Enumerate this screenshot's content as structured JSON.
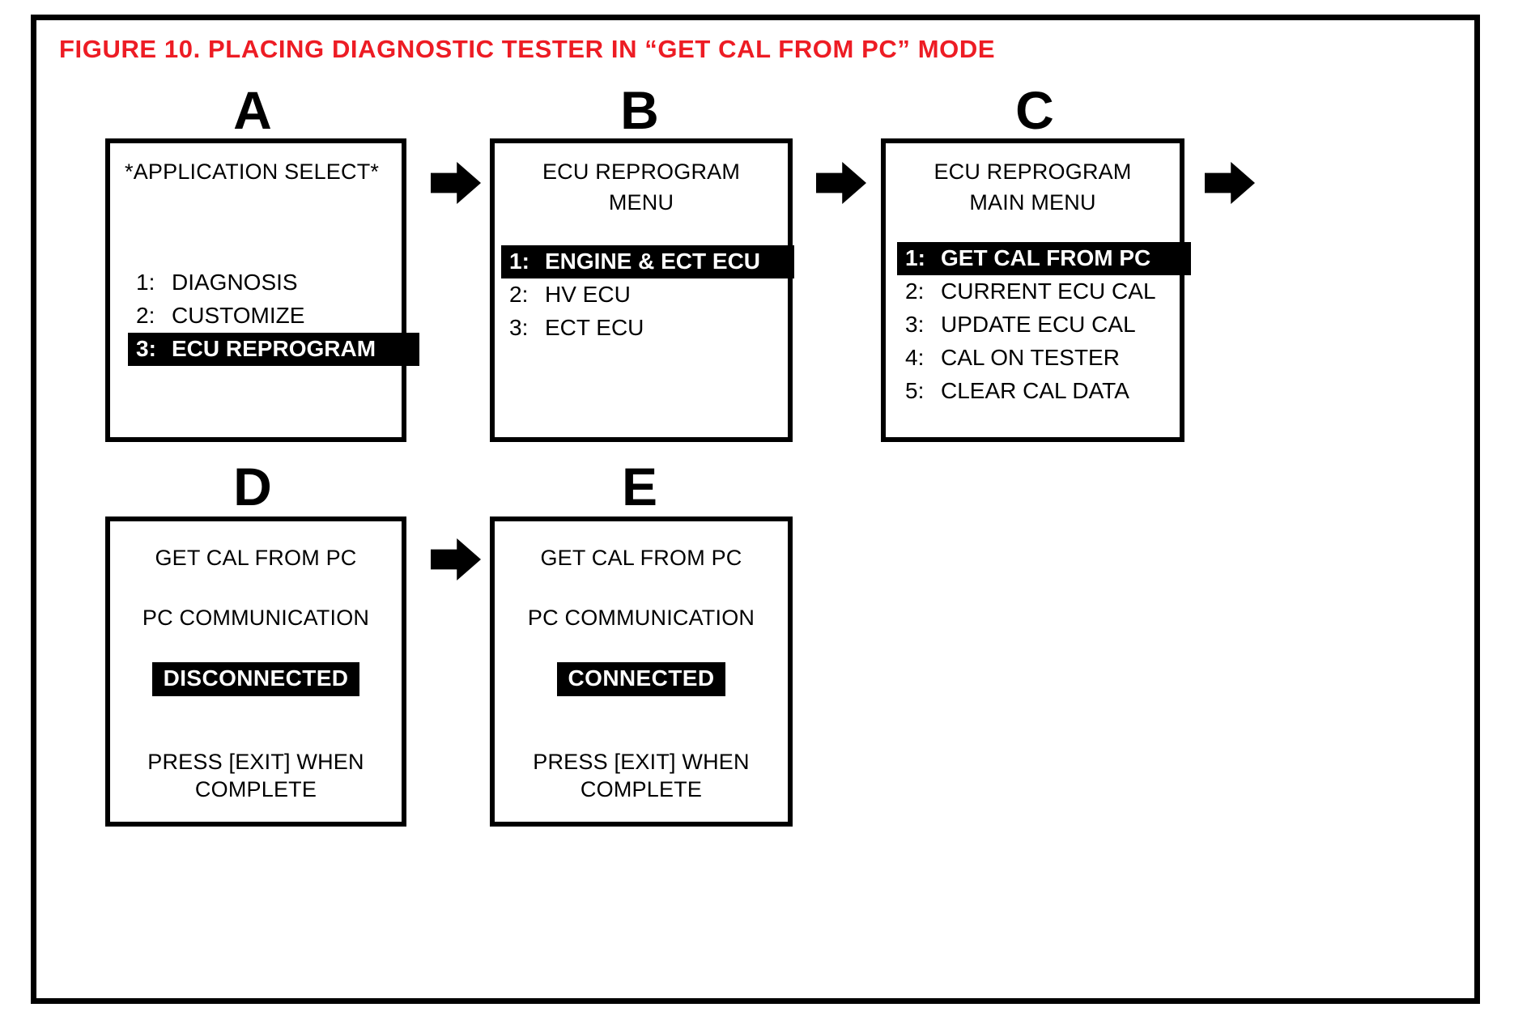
{
  "figure": {
    "title": "FIGURE 10.  PLACING DIAGNOSTIC TESTER IN “GET CAL FROM PC” MODE",
    "title_color": "#ED1C24",
    "border_color": "#000000",
    "background": "#FFFFFF"
  },
  "panels": {
    "a": {
      "letter": "A",
      "header_line1": "*APPLICATION SELECT*",
      "menu": [
        {
          "num": "1:",
          "label": "DIAGNOSIS",
          "highlighted": false
        },
        {
          "num": "2:",
          "label": "CUSTOMIZE",
          "highlighted": false
        },
        {
          "num": "3:",
          "label": "ECU REPROGRAM",
          "highlighted": true
        }
      ]
    },
    "b": {
      "letter": "B",
      "header_line1": "ECU REPROGRAM",
      "header_line2": "MENU",
      "menu": [
        {
          "num": "1:",
          "label": "ENGINE & ECT ECU",
          "highlighted": true
        },
        {
          "num": "2:",
          "label": "HV ECU",
          "highlighted": false
        },
        {
          "num": "3:",
          "label": "ECT ECU",
          "highlighted": false
        }
      ]
    },
    "c": {
      "letter": "C",
      "header_line1": "ECU REPROGRAM",
      "header_line2": "MAIN MENU",
      "menu": [
        {
          "num": "1:",
          "label": "GET CAL FROM PC",
          "highlighted": true
        },
        {
          "num": "2:",
          "label": "CURRENT ECU CAL",
          "highlighted": false
        },
        {
          "num": "3:",
          "label": "UPDATE ECU CAL",
          "highlighted": false
        },
        {
          "num": "4:",
          "label": "CAL ON TESTER",
          "highlighted": false
        },
        {
          "num": "5:",
          "label": "CLEAR CAL DATA",
          "highlighted": false
        }
      ]
    },
    "d": {
      "letter": "D",
      "header_line1": "GET CAL FROM PC",
      "header_line2": "PC COMMUNICATION",
      "status": "DISCONNECTED",
      "footer_line1": "PRESS [EXIT] WHEN",
      "footer_line2": "COMPLETE"
    },
    "e": {
      "letter": "E",
      "header_line1": "GET CAL FROM PC",
      "header_line2": "PC COMMUNICATION",
      "status": "CONNECTED",
      "footer_line1": "PRESS [EXIT] WHEN",
      "footer_line2": "COMPLETE"
    }
  },
  "arrows": [
    {
      "name": "arrow-a-to-b",
      "direction": "right"
    },
    {
      "name": "arrow-b-to-c",
      "direction": "right"
    },
    {
      "name": "arrow-c-to-next",
      "direction": "right"
    },
    {
      "name": "arrow-d-to-e",
      "direction": "right"
    }
  ]
}
